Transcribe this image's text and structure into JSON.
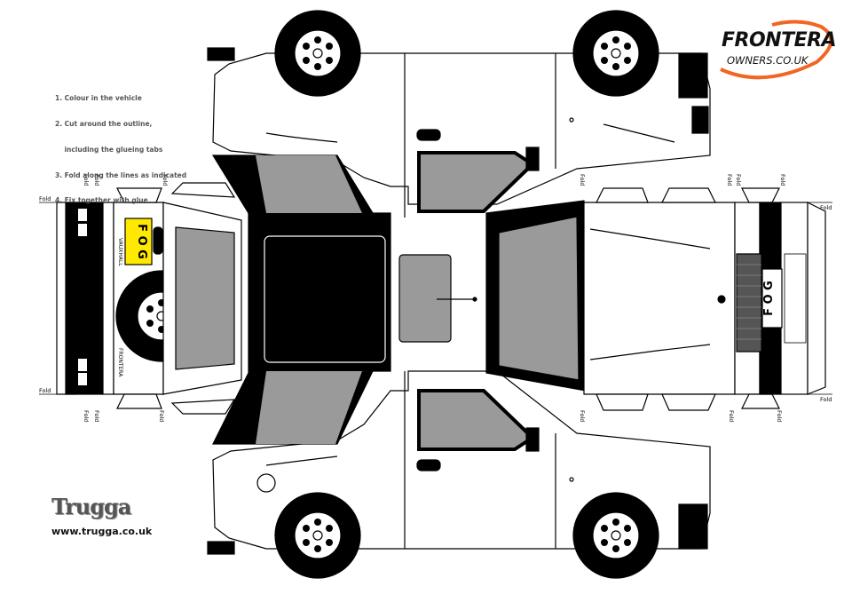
{
  "instructions": [
    "1. Colour in the vehicle",
    "2. Cut around the outline,",
    "    including the glueing tabs",
    "3. Fold along the lines as indicated",
    "4. Fix together with glue"
  ],
  "brand": {
    "title": "FRONTERA",
    "subtitle": "OWNERS.CO.UK",
    "accent": "#f26522"
  },
  "credit": {
    "logo_text": "Trugga",
    "url": "www.trugga.co.uk"
  },
  "fold_label": "Fold",
  "plates": {
    "front": "FOG",
    "rear": "FOG"
  },
  "rear_text": {
    "make": "VAUXHALL",
    "model": "FRONTERA"
  },
  "colors": {
    "body_outline": "#000000",
    "glass": "#9a9a9a",
    "paper": "#ffffff"
  }
}
